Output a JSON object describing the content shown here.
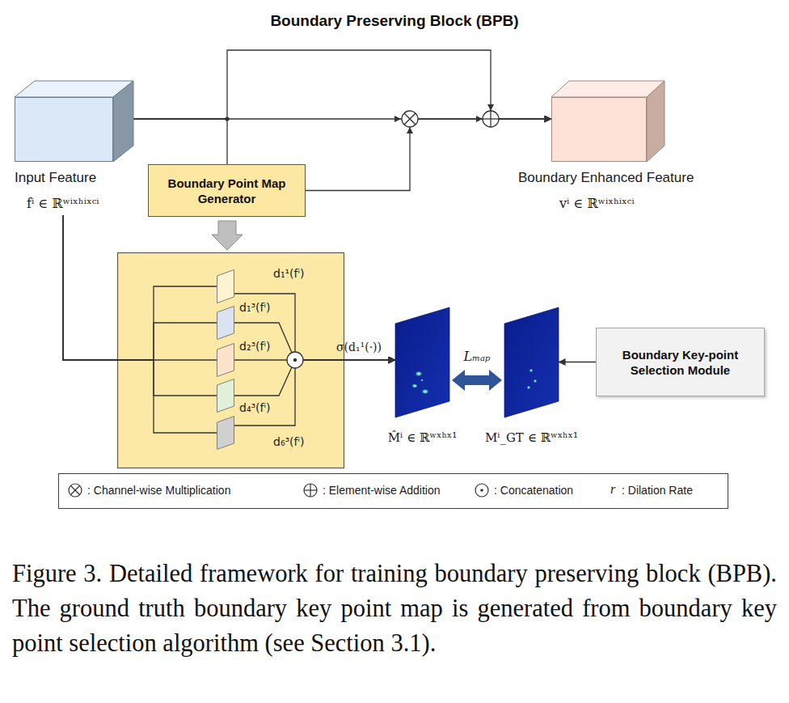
{
  "diagram": {
    "title": "Boundary Preserving Block (BPB)",
    "caption": "Figure 3. Detailed framework for training boundary preserving block (BPB). The ground truth boundary key point map is generated from boundary key point selection algorithm (see Section 3.1).",
    "nodes": [
      {
        "text": [
          "Input Feature",
          "fⁱ ∈ ℝʷⁱˣʰⁱˣᶜⁱ"
        ]
      },
      {
        "text": [
          "Boundary Point Map Generator"
        ]
      },
      {
        "text": [
          "Boundary Enhanced Feature",
          "vⁱ ∈ ℝʷⁱˣʰⁱˣᶜⁱ"
        ]
      },
      {
        "text": [
          "d₁¹(fⁱ)"
        ]
      },
      {
        "text": [
          "d₁³(fⁱ)"
        ]
      },
      {
        "text": [
          "d₂³(fⁱ)"
        ]
      },
      {
        "text": [
          "d₄³(fⁱ)"
        ]
      },
      {
        "text": [
          "d₆³(fⁱ)"
        ]
      },
      {
        "text": [
          "M̂ⁱ ∈ ℝʷˣʰˣ¹"
        ]
      },
      {
        "text": [
          "Mⁱ_GT ∈ ℝʷˣʰˣ¹"
        ]
      },
      {
        "text": [
          "Boundary Key-point Selection Module"
        ]
      }
    ],
    "edges": [
      {
        "from": 0,
        "to": 1,
        "arrow": "none"
      },
      {
        "from": 0,
        "to": 2,
        "arrow": "to"
      },
      {
        "from": 0,
        "to": 2,
        "arrow": "to"
      },
      {
        "from": 1,
        "to": 2,
        "arrow": "to"
      },
      {
        "from": 0,
        "to": 3,
        "arrow": "none"
      },
      {
        "from": 0,
        "to": 4,
        "arrow": "none"
      },
      {
        "from": 0,
        "to": 5,
        "arrow": "none"
      },
      {
        "from": 0,
        "to": 6,
        "arrow": "none"
      },
      {
        "from": 0,
        "to": 7,
        "arrow": "none"
      },
      {
        "from": 3,
        "to": 8,
        "arrow": "to"
      },
      {
        "from": 4,
        "to": 8,
        "arrow": "to"
      },
      {
        "from": 5,
        "to": 8,
        "arrow": "to"
      },
      {
        "from": 6,
        "to": 8,
        "arrow": "to"
      },
      {
        "from": 7,
        "to": 8,
        "arrow": "to"
      },
      {
        "from": 10,
        "to": 9,
        "arrow": "to"
      },
      {
        "from": 8,
        "to": 9,
        "arrow": "both",
        "label": "Lₘₐₚ"
      }
    ],
    "labels": [
      "σ(d₁¹(·))",
      "r"
    ],
    "legend": [
      {
        "text": ": Channel-wise Multiplication"
      },
      {
        "text": ": Element-wise Addition"
      },
      {
        "text": ": Concatenation"
      },
      {
        "text": ": Dilation Rate"
      }
    ]
  }
}
